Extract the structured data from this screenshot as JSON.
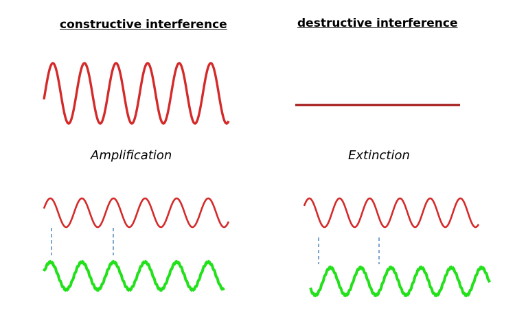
{
  "left_panel": {
    "heading": "constructive interference",
    "caption": "Amplification"
  },
  "right_panel": {
    "heading": "destructive interference",
    "caption": "Extinction"
  },
  "colors": {
    "wave_red": "#d42a2a",
    "wave_green": "#22e01a",
    "flat_line": "#a01010",
    "phase_marker": "#5b8fc0",
    "text": "#000000",
    "background": "#ffffff"
  }
}
